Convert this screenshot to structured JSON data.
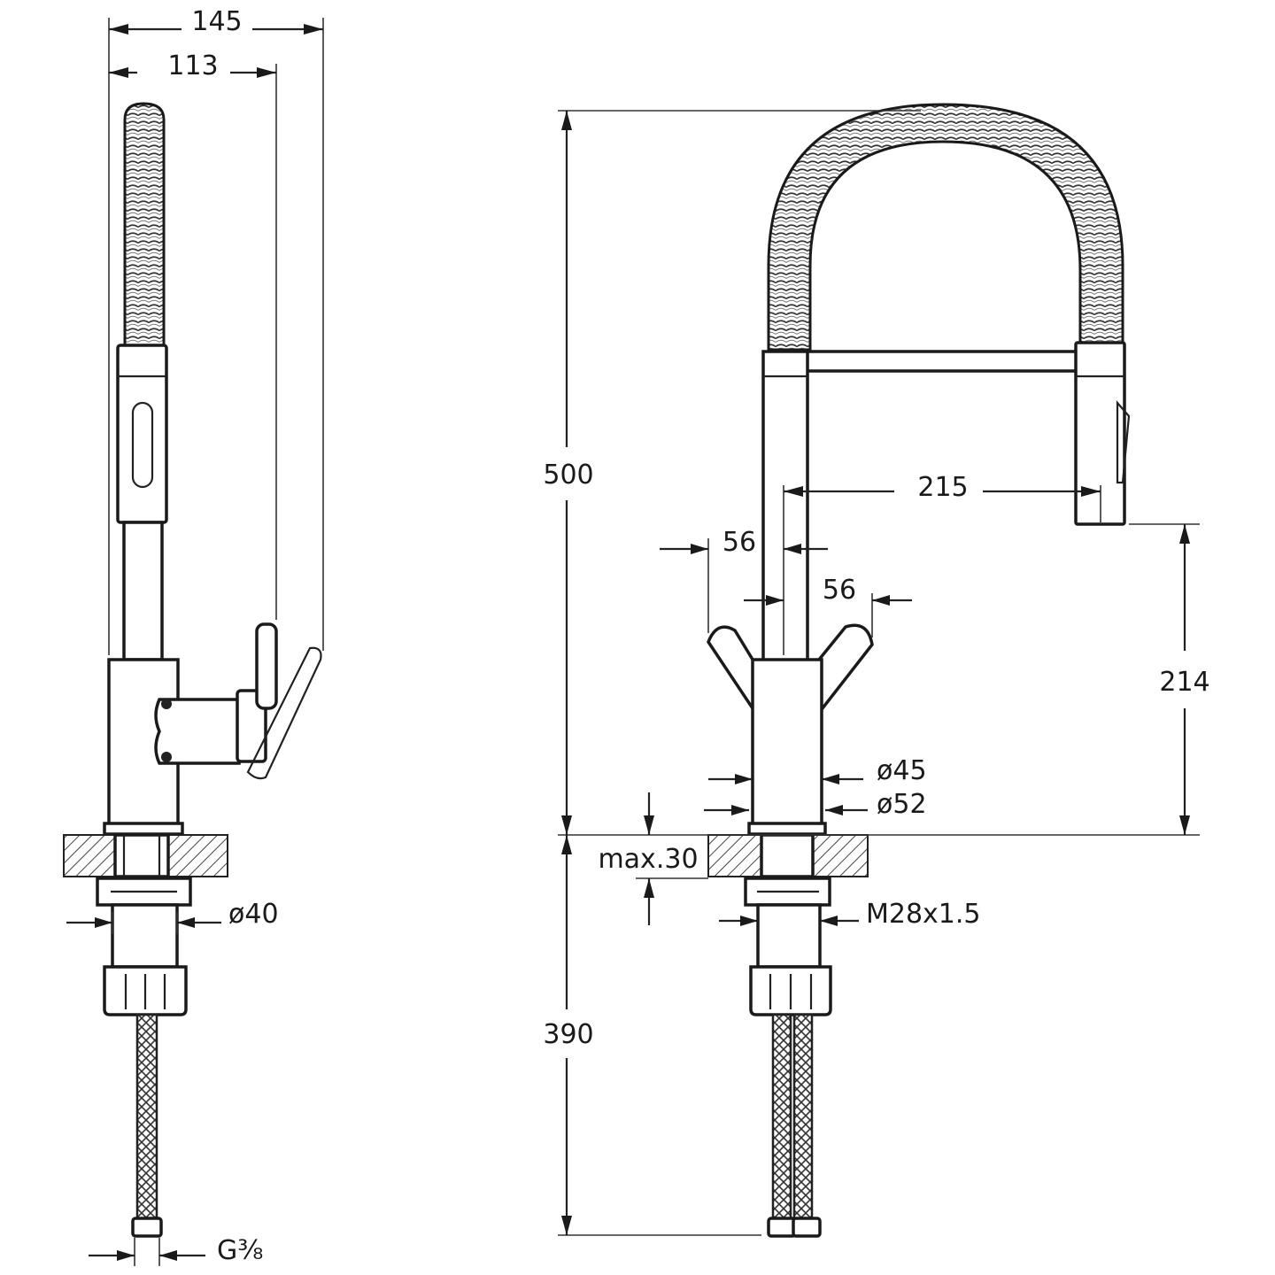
{
  "colors": {
    "line": "#1a1a1a",
    "background": "#ffffff"
  },
  "side_view": {
    "dim_overall_width": "145",
    "dim_handle_width": "113",
    "dim_shank_diameter": "ø40",
    "dim_connection_thread": "G⅜"
  },
  "front_view": {
    "dim_total_height": "500",
    "dim_below_deck": "390",
    "dim_spout_reach": "215",
    "dim_handle_offset_left": "56",
    "dim_handle_offset_right": "56",
    "dim_spout_height": "214",
    "dim_body_diameter_inner": "ø45",
    "dim_body_diameter_outer": "ø52",
    "dim_max_deck_thickness": "max.30",
    "dim_mounting_thread": "M28x1.5"
  }
}
